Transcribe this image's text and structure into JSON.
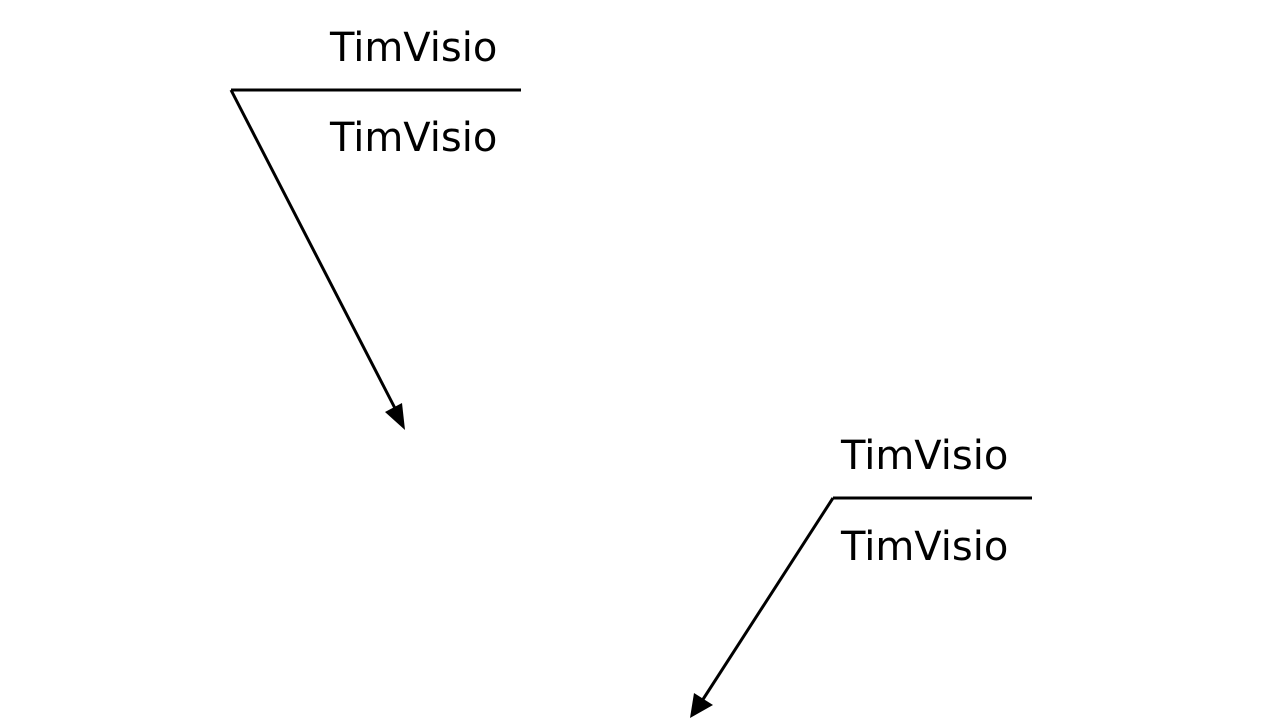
{
  "callouts": [
    {
      "above": "TimVisio",
      "below": "TimVisio"
    },
    {
      "above": "TimVisio",
      "below": "TimVisio"
    }
  ],
  "colors": {
    "line": "#000000",
    "background": "#ffffff"
  }
}
